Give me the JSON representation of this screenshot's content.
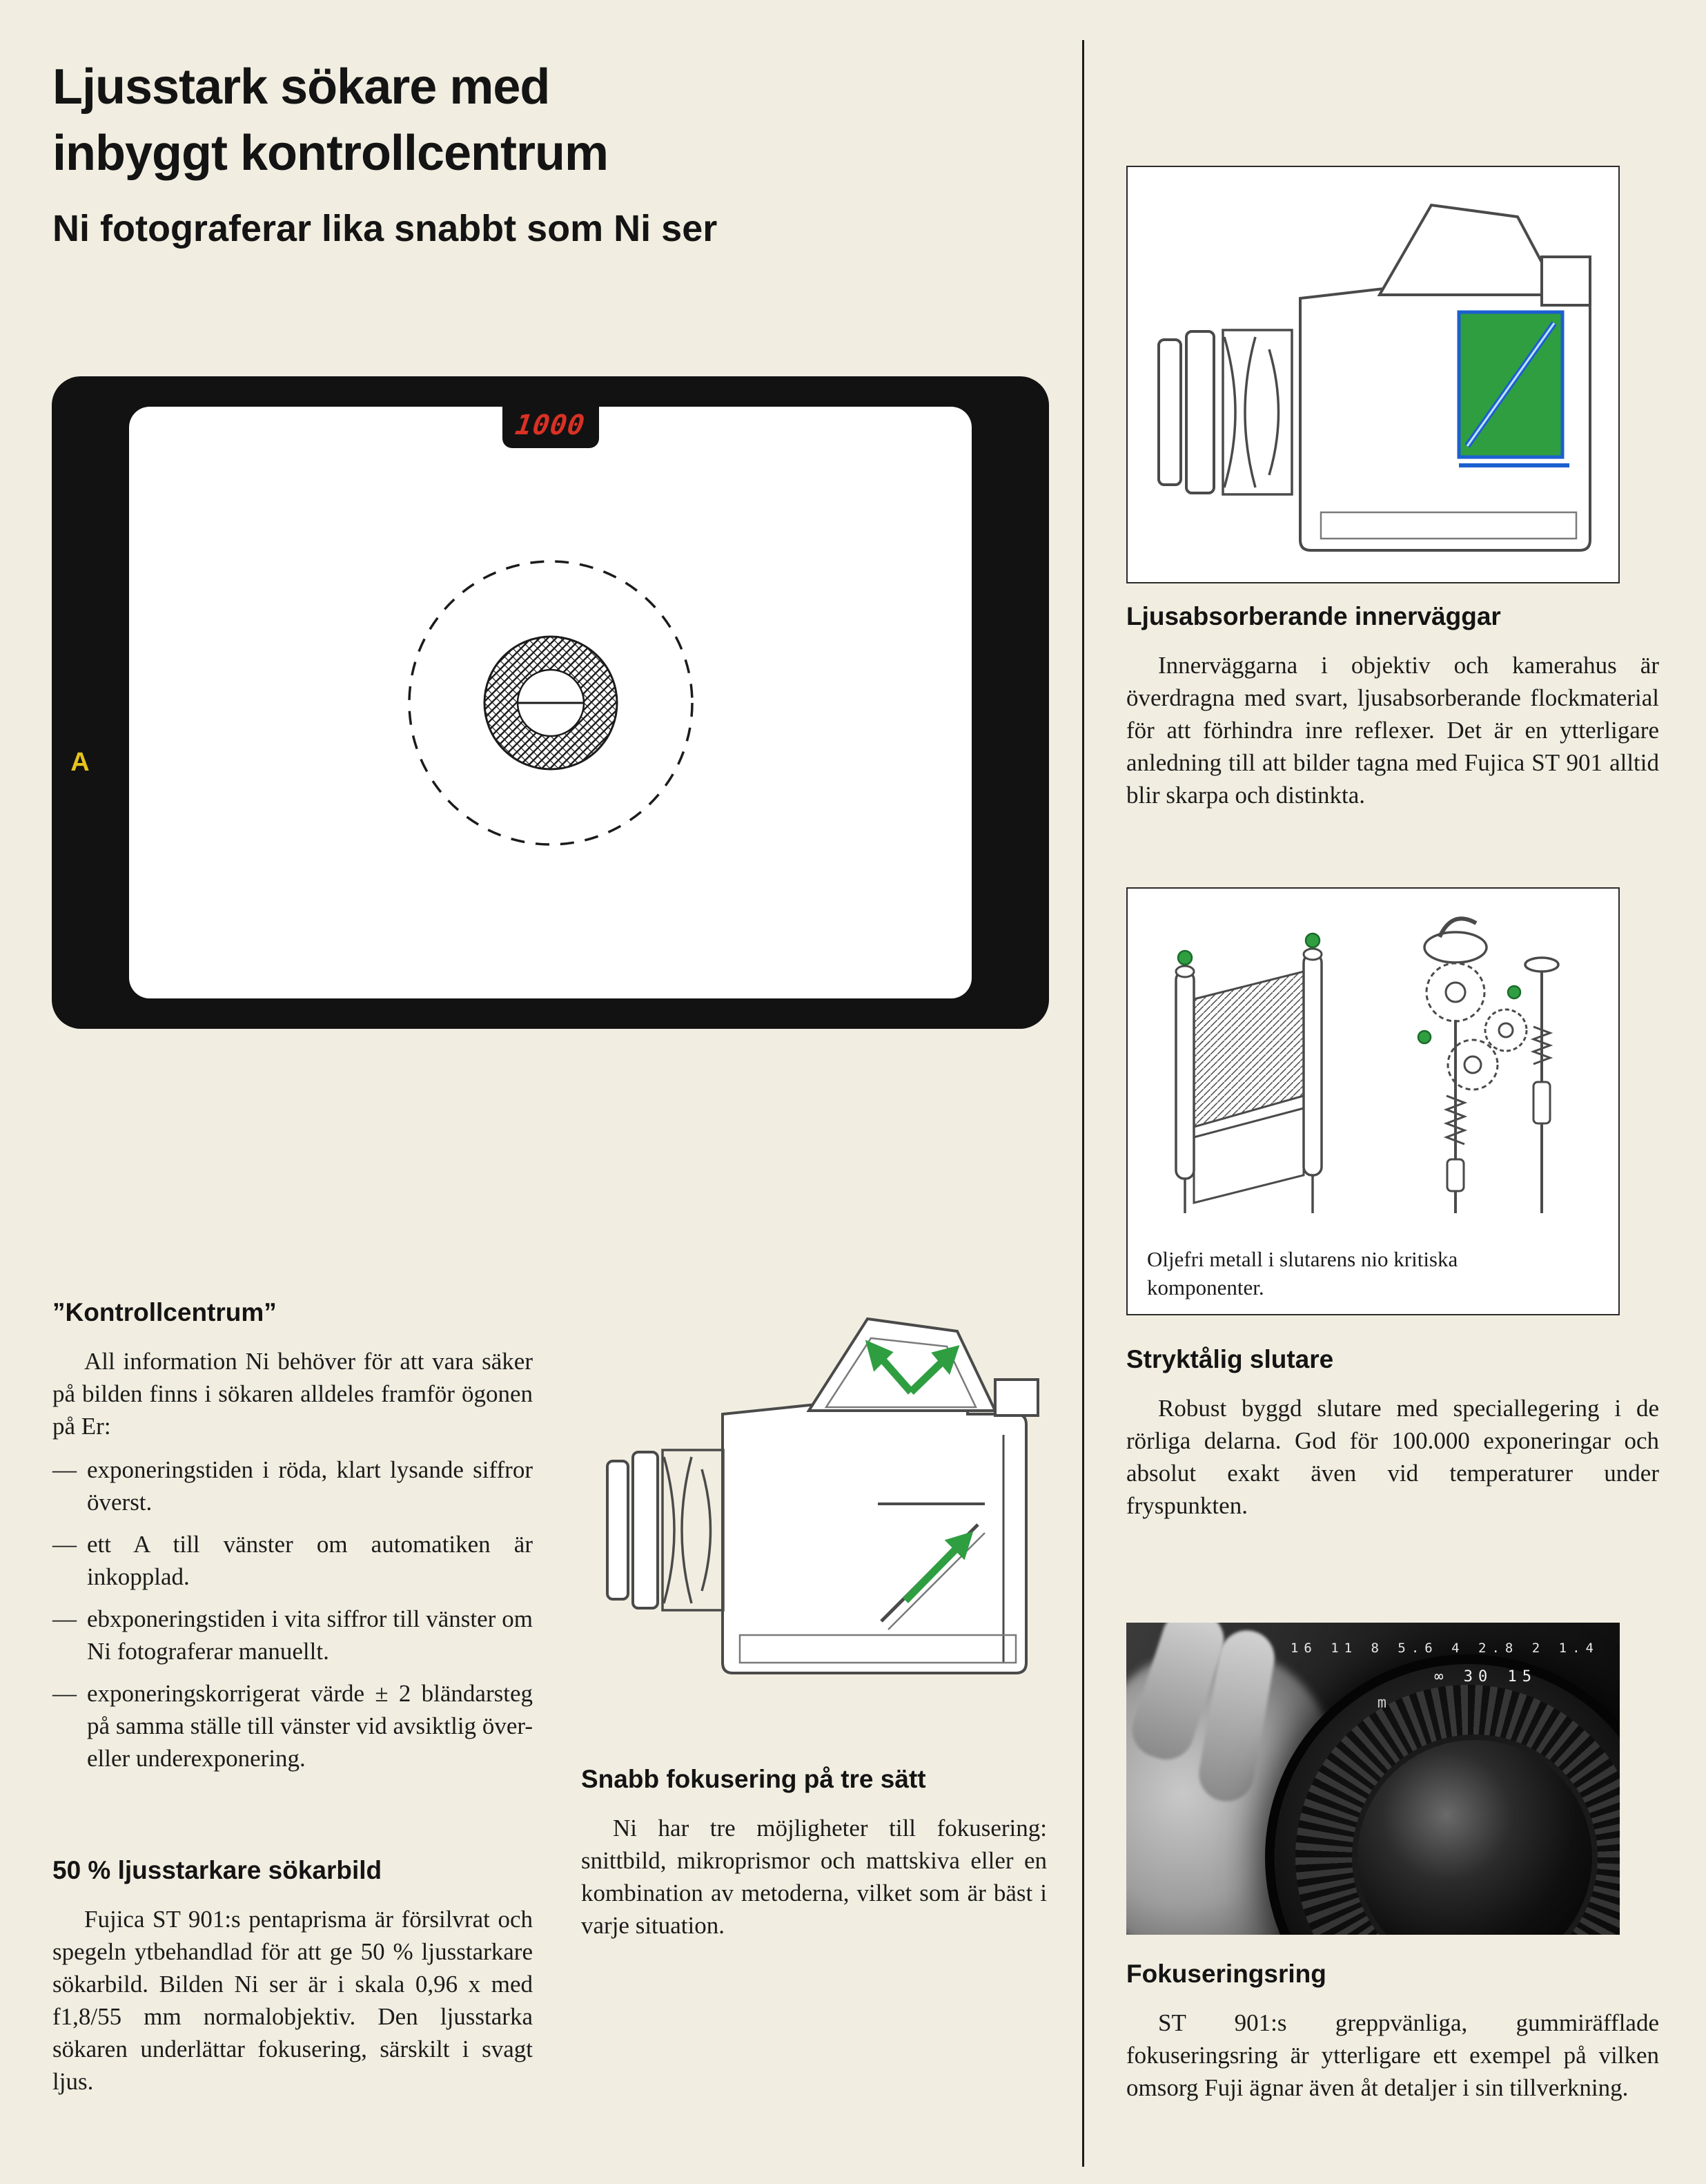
{
  "header": {
    "title_line1": "Ljusstark sökare med",
    "title_line2": "inbyggt kontrollcentrum",
    "subtitle": "Ni fotograferar lika snabbt som Ni ser"
  },
  "viewfinder": {
    "shutter_display": "1000",
    "auto_indicator": "A"
  },
  "sections": {
    "kontrollcentrum": {
      "heading": "”Kontrollcentrum”",
      "intro": "All information Ni behöver för att vara säker på bilden finns i sökaren alldeles framför ögonen på Er:",
      "bullet": "—",
      "items": [
        "exponeringstiden i röda, klart lysande siffror överst.",
        "ett A till vänster om automatiken är inkopplad.",
        "ebxponeringstiden i vita siffror till vänster om Ni fotograferar manuellt.",
        "exponeringskorrigerat värde ± 2 bländarsteg på samma ställe till vänster vid avsiktlig över- eller underexponering."
      ]
    },
    "sokarbild": {
      "heading": "50 % ljusstarkare sökarbild",
      "body": "Fujica ST 901:s pentaprisma är försilvrat och spegeln ytbehandlad för att ge 50 % ljusstarkare sökarbild. Bilden Ni ser är i skala 0,96 x med f1,8/55 mm normalobjektiv. Den ljusstarka sökaren underlättar fokusering, särskilt i svagt ljus."
    },
    "fokusering": {
      "heading": "Snabb fokusering på tre sätt",
      "body": "Ni har tre möjligheter till fokusering: snittbild, mikroprismor och mattskiva eller en kombination av metoderna, vilket som är bäst i varje situation."
    },
    "innervaggar": {
      "heading": "Ljusabsorberande innerväggar",
      "body": "Innerväggarna i objektiv och kamerahus är överdragna med svart, ljusabsorberande flockmaterial för att förhindra inre reflexer. Det är en ytterligare anledning till att bilder tagna med Fujica ST 901 alltid blir skarpa och distinkta."
    },
    "slutare": {
      "caption": "Oljefri metall i slutarens nio kritiska komponenter.",
      "heading": "Stryktålig slutare",
      "body": "Robust byggd slutare med speciallegering i de rörliga delarna. God för 100.000 exponeringar och absolut exakt även vid temperaturer under fryspunkten."
    },
    "fokuseringsring": {
      "heading": "Fokuseringsring",
      "body": "ST 901:s greppvänliga, gummiräfflade fokuseringsring är ytterligare ett exempel på vilken omsorg Fuji ägnar även åt detaljer i sin tillverkning."
    }
  },
  "photo": {
    "aperture_scale": "16 11 8 5.6 4 2.8 2 1.4",
    "distance_scale": "∞ 30 15",
    "unit": "m"
  },
  "colors": {
    "accent_green": "#2f9e41",
    "led_red": "#d93125",
    "auto_yellow": "#e5c31c",
    "mirror_blue": "#1c5fd0",
    "paper": "#f1eee1"
  }
}
